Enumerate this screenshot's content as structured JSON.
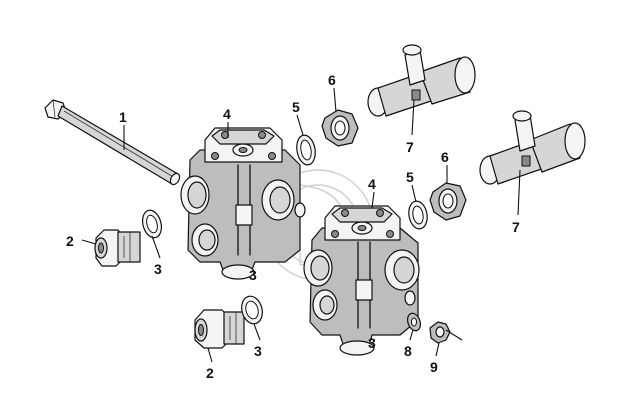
{
  "callouts": [
    "1",
    "2",
    "3",
    "4",
    "5",
    "6",
    "7",
    "2",
    "3",
    "4",
    "5",
    "6",
    "7",
    "8",
    "9"
  ],
  "body_marks": [
    "3",
    "3"
  ]
}
